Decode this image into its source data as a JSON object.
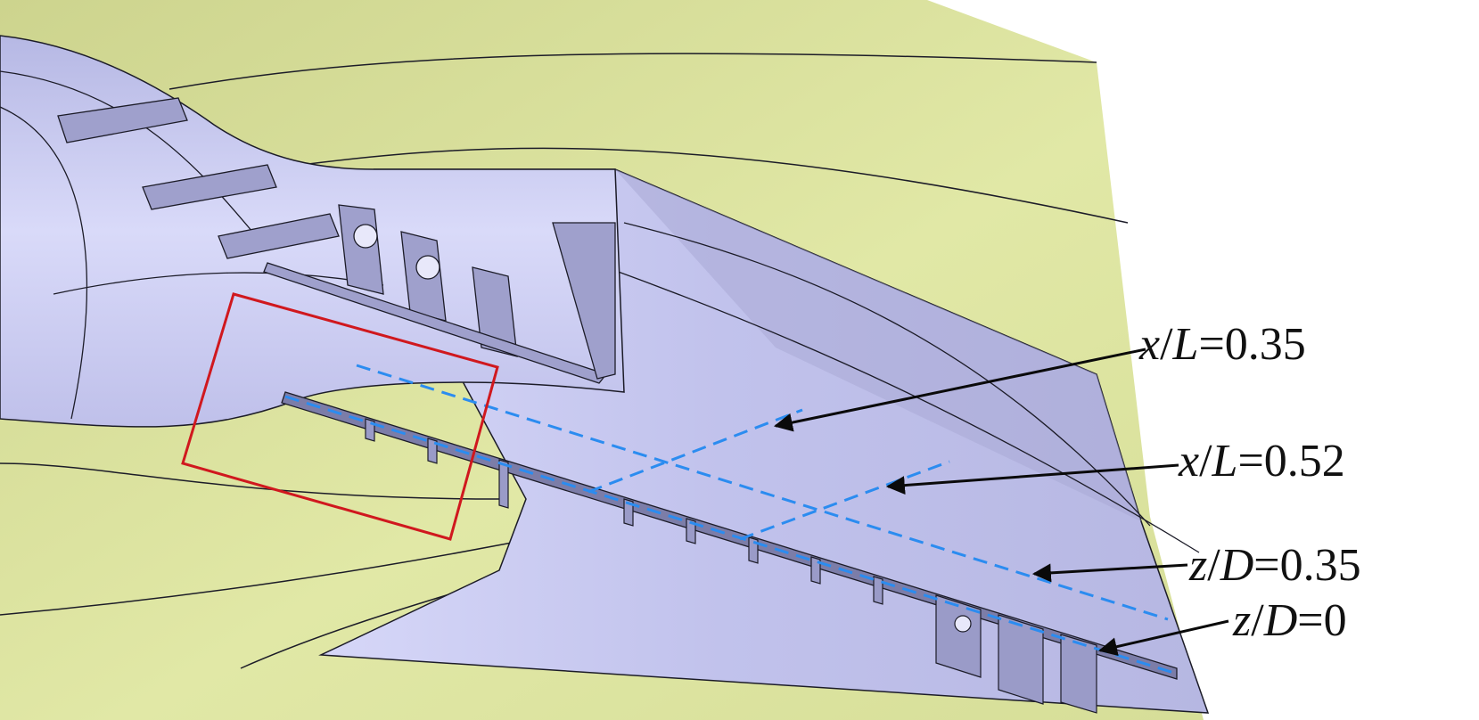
{
  "colors": {
    "ground": "#dfe7a4",
    "ground_shade": "#c7d08a",
    "hull": "#c3c4ec",
    "hull_dark": "#a9aad6",
    "hull_light": "#d8d9f7",
    "edge": "#1c1c28",
    "dashed": "#2b8cf0",
    "highlight_box": "#d0181e",
    "arrow": "#0a0a0a",
    "label": "#111111"
  },
  "annotations": [
    {
      "var": "x",
      "sub": "L",
      "value": "0.35"
    },
    {
      "var": "x",
      "sub": "L",
      "value": "0.52"
    },
    {
      "var": "z",
      "sub": "D",
      "value": "0.35"
    },
    {
      "var": "z",
      "sub": "D",
      "value": "0"
    }
  ]
}
